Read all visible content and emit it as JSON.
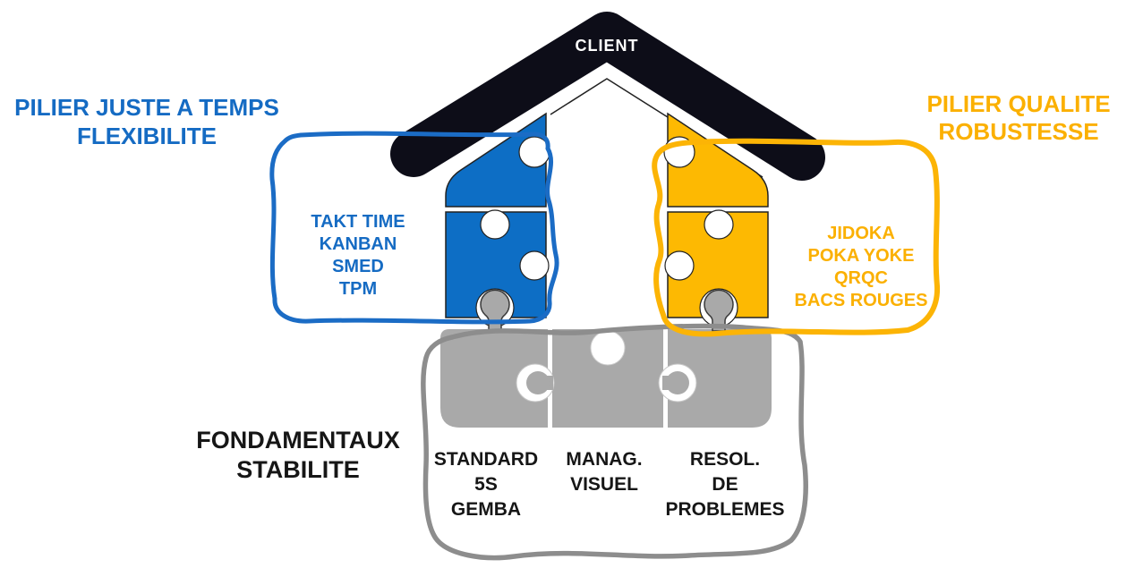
{
  "diagram": {
    "client_label": "CLIENT",
    "pillars": {
      "jit": {
        "title_line1": "PILIER JUSTE A TEMPS",
        "title_line2": "FLEXIBILITE",
        "items": [
          "TAKT TIME",
          "KANBAN",
          "SMED",
          "TPM"
        ]
      },
      "quality": {
        "title_line1": "PILIER QUALITE",
        "title_line2": "ROBUSTESSE",
        "items": [
          "JIDOKA",
          "POKA YOKE",
          "QRQC",
          "BACS ROUGES"
        ]
      },
      "foundation": {
        "title_line1": "FONDAMENTAUX",
        "title_line2": "STABILITE",
        "groups": [
          [
            "STANDARD",
            "5S",
            "GEMBA"
          ],
          [
            "MANAG.",
            "VISUEL"
          ],
          [
            "RESOL.",
            "DE",
            "PROBLEMES"
          ]
        ]
      }
    },
    "colors": {
      "roof_black": "#0d0d18",
      "pillar_blue": "#0d6ec5",
      "pillar_yellow": "#fdb902",
      "foundation_gray": "#a9a9a9",
      "lasso_blue": "#1b6cc5",
      "lasso_yellow": "#fcb405",
      "lasso_gray": "#8d8d8d",
      "client_text": "#ffffff",
      "foundation_text": "#161616"
    }
  }
}
